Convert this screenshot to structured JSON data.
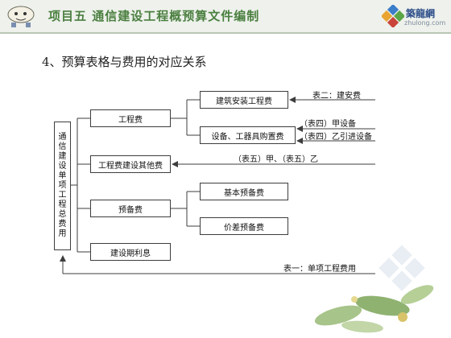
{
  "header": {
    "title": "项目五 通信建设工程概预算文件编制",
    "logo_text": "築龍網",
    "logo_sub": "zhulong.com"
  },
  "slide": {
    "heading": "4、预算表格与费用的对应关系"
  },
  "diagram": {
    "root": [
      "通",
      "信",
      "建",
      "设",
      "单",
      "项",
      "工",
      "程",
      "总",
      "费",
      "用"
    ],
    "level1": {
      "engineering": "工程费",
      "other": "工程费建设其他费",
      "reserve": "预备费",
      "interest": "建设期利息"
    },
    "level2": {
      "install": "建筑安装工程费",
      "equipment": "设备、工器具购置费",
      "basic_reserve": "基本预备费",
      "price_reserve": "价差预备费"
    },
    "sources": {
      "table2": "表二：建安费",
      "table4a": "（表四）甲设备",
      "table4b": "（表四）乙引进设备",
      "table5": "（表五）甲、（表五）乙",
      "table1": "表一：单项工程费用"
    }
  },
  "colors": {
    "header_title": "#4a7f3f",
    "header_bg": "#eef1ec",
    "line": "#3d3d3d"
  },
  "icons": [
    "mascot-icon",
    "logo-icon",
    "flower-decoration",
    "watermark-logo"
  ]
}
